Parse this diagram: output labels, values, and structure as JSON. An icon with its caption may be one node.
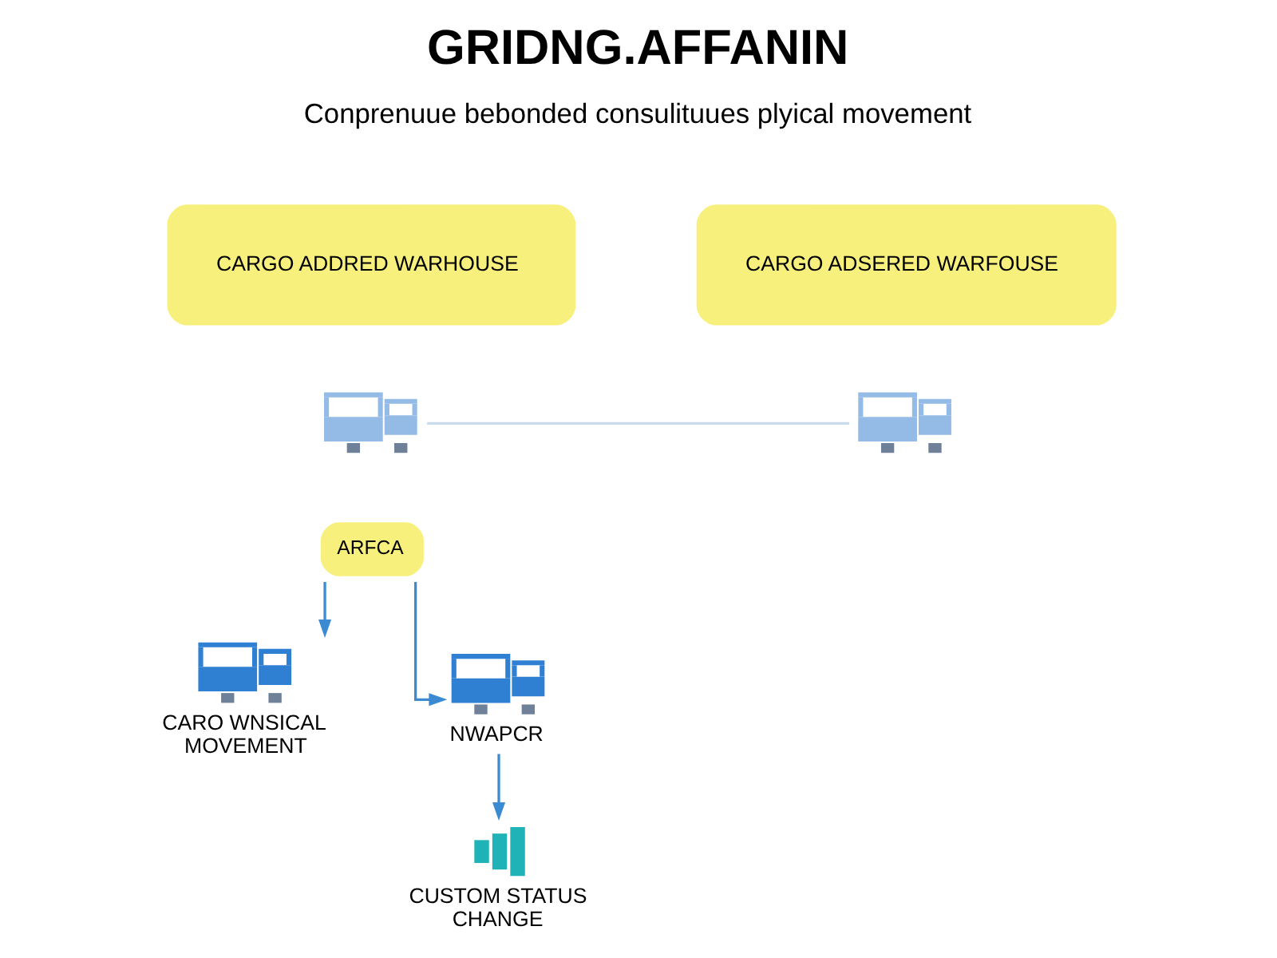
{
  "diagram": {
    "title": "GRIDNG.AFFANIN",
    "nodes": [
      {
        "text": [
          "CARGO ADDRED WARHOUSE"
        ]
      },
      {
        "text": [
          "CARGO ADSERED WARFOUSE"
        ]
      },
      {
        "text": [],
        "shape": "picture"
      },
      {
        "text": [],
        "shape": "picture"
      },
      {
        "text": [
          "ARFCA"
        ]
      },
      {
        "text": [],
        "shape": "picture",
        "beside": [
          "CARO WNSICAL MOVEMENT"
        ]
      },
      {
        "text": [],
        "shape": "picture",
        "beside": [
          "NWAPCR"
        ]
      },
      {
        "text": [],
        "shape": "picture",
        "beside": [
          "CUSTOM STATUS CHANGE"
        ]
      }
    ],
    "edges": [
      {
        "from": 2,
        "to": 3,
        "arrow": "none",
        "color": "#c9dcef"
      },
      {
        "from": 4,
        "to": 5,
        "arrow": "to"
      },
      {
        "from": 4,
        "to": 6,
        "arrow": "to"
      },
      {
        "from": 6,
        "to": 7,
        "arrow": "to"
      }
    ],
    "labels": [
      "Conprenuue bebonded consulituues plyical movement"
    ]
  }
}
